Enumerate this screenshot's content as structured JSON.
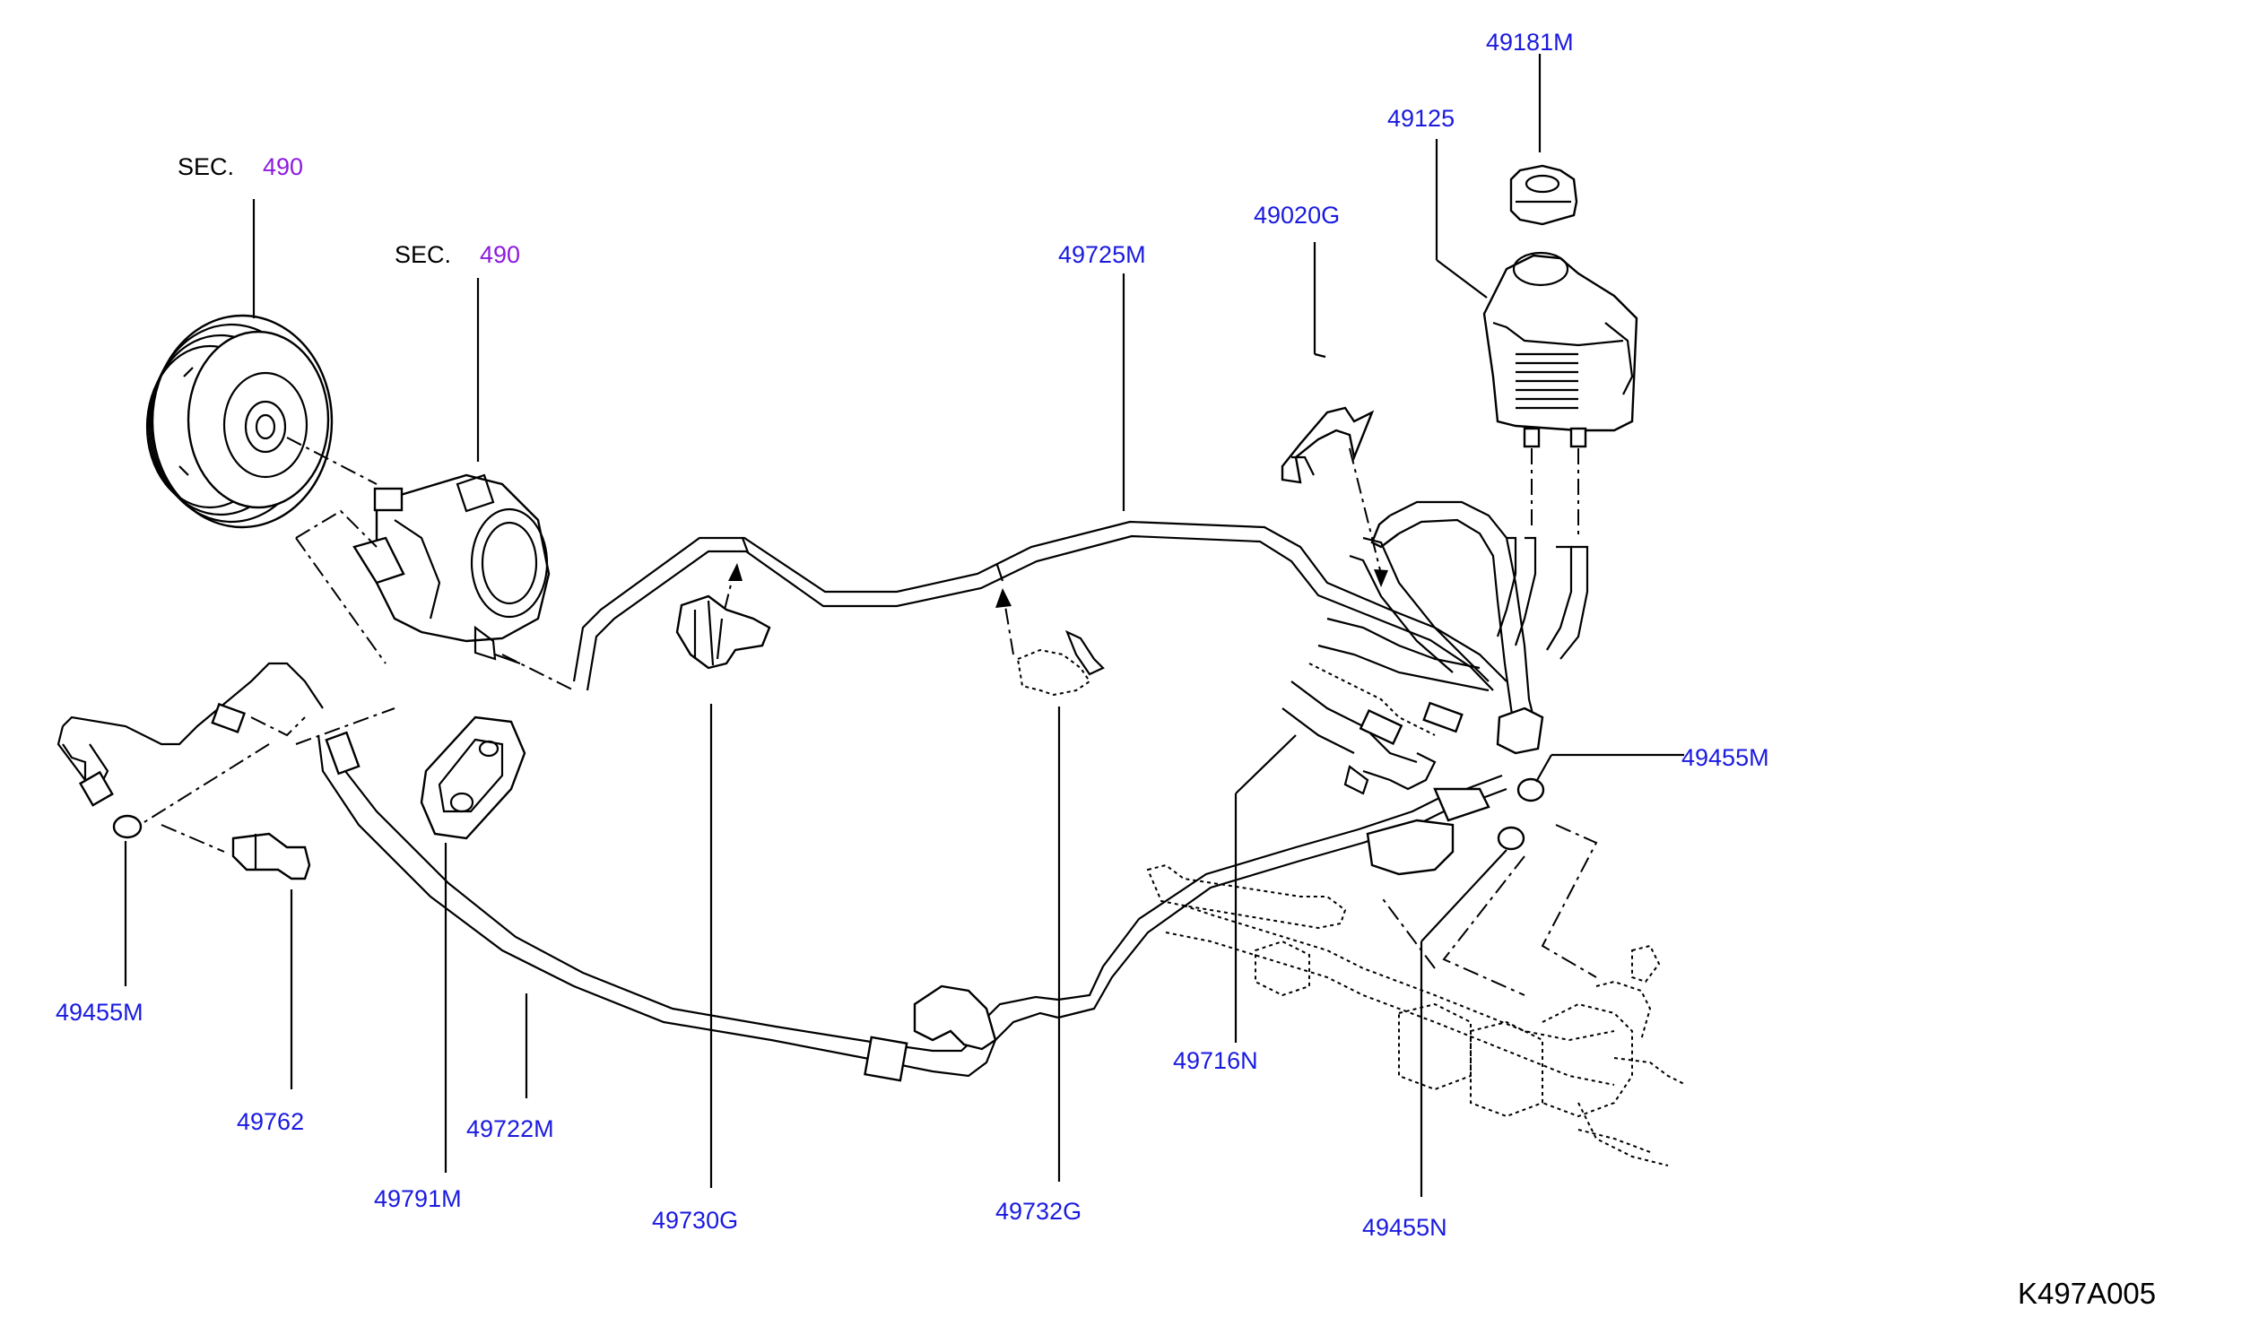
{
  "sections": [
    {
      "label": "SEC.",
      "number": "490"
    },
    {
      "label": "SEC.",
      "number": "490"
    }
  ],
  "parts": {
    "p49181M": "49181M",
    "p49125": "49125",
    "p49020G": "49020G",
    "p49725M": "49725M",
    "p49455M_r": "49455M",
    "p49455M_l": "49455M",
    "p49762": "49762",
    "p49722M": "49722M",
    "p49791M": "49791M",
    "p49730G": "49730G",
    "p49732G": "49732G",
    "p49716N": "49716N",
    "p49455N": "49455N"
  },
  "diagram_code": "K497A005",
  "colors": {
    "part_label": "#1a1adf",
    "section_number": "#8c1adf",
    "line": "#000000"
  }
}
